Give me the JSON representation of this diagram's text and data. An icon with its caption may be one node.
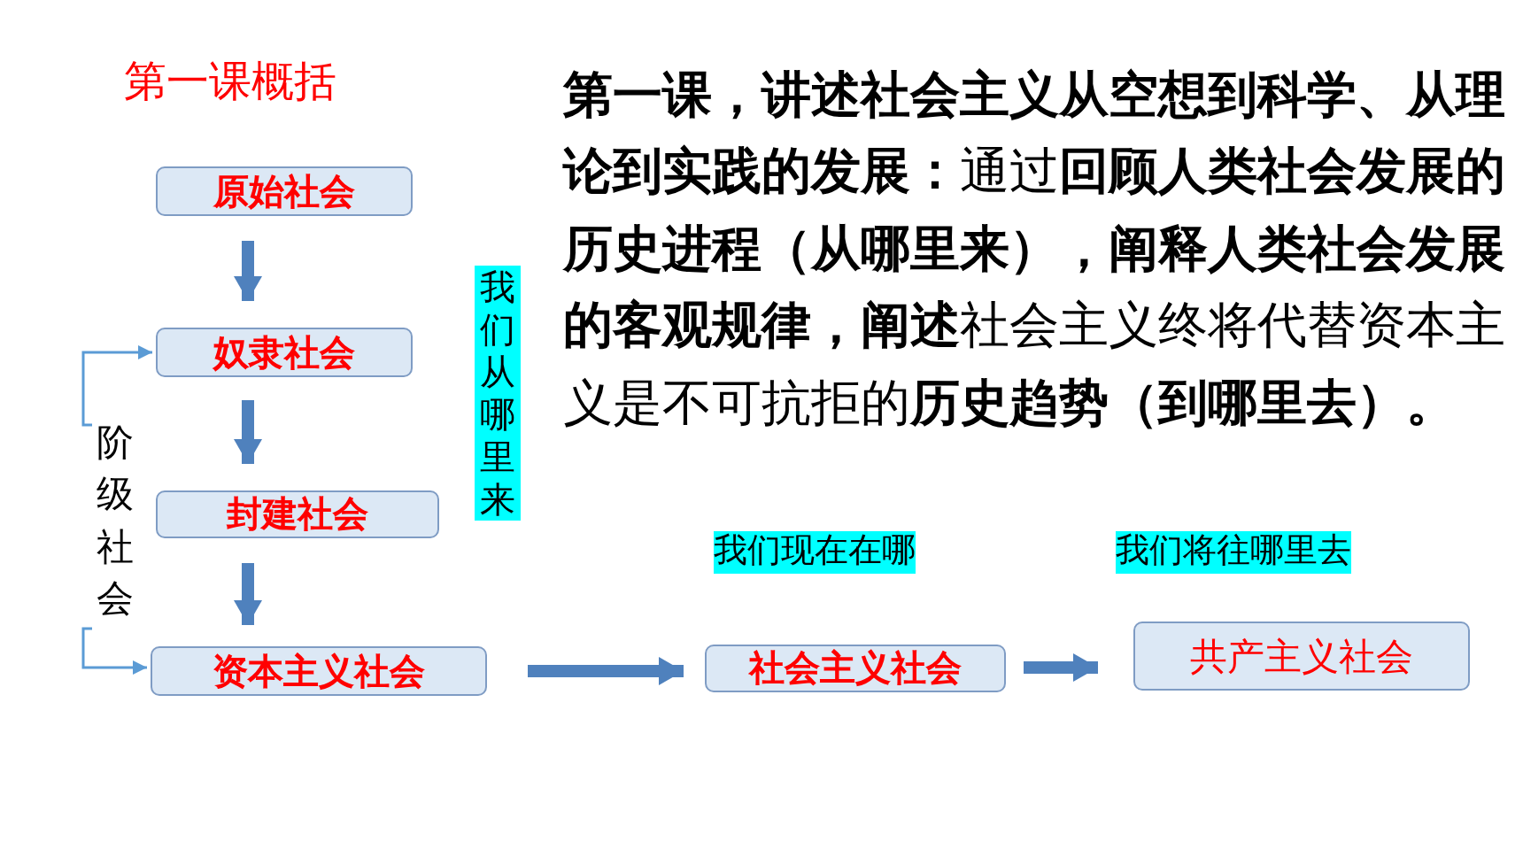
{
  "diagram": {
    "title": "第一课概括",
    "nodes": [
      {
        "text": [
          "原始社会"
        ]
      },
      {
        "text": [
          "奴隶社会"
        ]
      },
      {
        "text": [
          "封建社会"
        ]
      },
      {
        "text": [
          "资本主义社会"
        ]
      },
      {
        "text": [
          "社会主义社会"
        ]
      },
      {
        "text": [
          "共产主义社会"
        ]
      },
      {
        "text": [
          "阶级社会"
        ]
      }
    ],
    "edges": [
      {
        "from": 0,
        "to": 1,
        "arrow": "to"
      },
      {
        "from": 1,
        "to": 2,
        "arrow": "to"
      },
      {
        "from": 2,
        "to": 3,
        "arrow": "to"
      },
      {
        "from": 3,
        "to": 4,
        "arrow": "to"
      },
      {
        "from": 4,
        "to": 5,
        "arrow": "to"
      },
      {
        "from": 6,
        "to": 1,
        "arrow": "to"
      },
      {
        "from": 6,
        "to": 3,
        "arrow": "to"
      }
    ],
    "labels": [
      "我们从哪里来",
      "**第一课，讲述社会主义从空想到科学、从理论到实践的发展：**通过**回顾人类社会发展的历史进程（从哪里来），阐释人类社会发展的客观规律，阐述**社会主义终将代替资本主义是不可抗拒的**历史趋势（到哪里去）。**",
      "我们现在在哪",
      "我们将往哪里去"
    ]
  }
}
